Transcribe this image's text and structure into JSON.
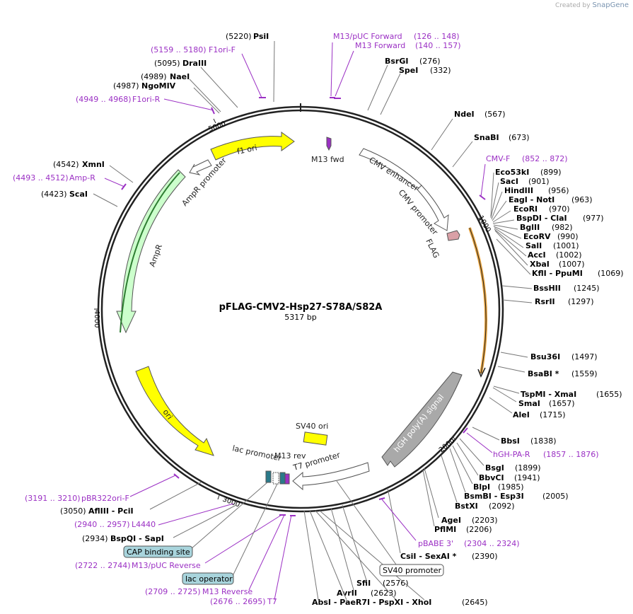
{
  "brand": {
    "created_by": "Created by",
    "app": "SnapGene"
  },
  "plasmid": {
    "name": "pFLAG-CMV2-Hsp27-S78A/S82A",
    "size": "5317 bp"
  },
  "ticks": [
    "1000",
    "2000",
    "3000",
    "4000",
    "5000"
  ],
  "features": [
    {
      "name": "f1 ori",
      "color": "#ffff00"
    },
    {
      "name": "AmpR promoter",
      "color": "#ffffff"
    },
    {
      "name": "AmpR",
      "color": "#ccffcc"
    },
    {
      "name": "ori",
      "color": "#ffff00"
    },
    {
      "name": "SV40 ori",
      "color": "#ffff00"
    },
    {
      "name": "M13 fwd",
      "color": "#9b30c4"
    },
    {
      "name": "CMV enhancer",
      "color": "#ffffff"
    },
    {
      "name": "CMV promoter",
      "color": "#ffffff"
    },
    {
      "name": "FLAG",
      "color": "#d9a0a6"
    },
    {
      "name": "hGH poly(A) signal",
      "color": "#a9a9a9"
    },
    {
      "name": "T7 promoter",
      "color": "#ffffff"
    },
    {
      "name": "M13 rev",
      "color": "#9b30c4"
    },
    {
      "name": "lac promoter",
      "color": "#ffffff"
    }
  ],
  "sites": [
    {
      "name": "PsiI",
      "pos": "(5220)"
    },
    {
      "name": "DraIII",
      "pos": "(5095)"
    },
    {
      "name": "NaeI",
      "pos": "(4989)"
    },
    {
      "name": "NgoMIV",
      "pos": "(4987)"
    },
    {
      "name": "XmnI",
      "pos": "(4542)"
    },
    {
      "name": "ScaI",
      "pos": "(4423)"
    },
    {
      "name": "BsrGI",
      "pos": "(276)"
    },
    {
      "name": "SpeI",
      "pos": "(332)"
    },
    {
      "name": "NdeI",
      "pos": "(567)"
    },
    {
      "name": "SnaBI",
      "pos": "(673)"
    },
    {
      "name": "Eco53kI",
      "pos": "(899)"
    },
    {
      "name": "SacI",
      "pos": "(901)"
    },
    {
      "name": "HindIII",
      "pos": "(956)"
    },
    {
      "name": "EagI - NotI",
      "pos": "(963)"
    },
    {
      "name": "EcoRI",
      "pos": "(970)"
    },
    {
      "name": "BspDI - ClaI",
      "pos": "(977)"
    },
    {
      "name": "BglII",
      "pos": "(982)"
    },
    {
      "name": "EcoRV",
      "pos": "(990)"
    },
    {
      "name": "SalI",
      "pos": "(1001)"
    },
    {
      "name": "AccI",
      "pos": "(1002)"
    },
    {
      "name": "XbaI",
      "pos": "(1007)"
    },
    {
      "name": "KflI - PpuMI",
      "pos": "(1069)"
    },
    {
      "name": "BssHII",
      "pos": "(1245)"
    },
    {
      "name": "RsrII",
      "pos": "(1297)"
    },
    {
      "name": "Bsu36I",
      "pos": "(1497)"
    },
    {
      "name": "BsaBI *",
      "pos": "(1559)"
    },
    {
      "name": "TspMI - XmaI",
      "pos": "(1655)"
    },
    {
      "name": "SmaI",
      "pos": "(1657)"
    },
    {
      "name": "AleI",
      "pos": "(1715)"
    },
    {
      "name": "BbsI",
      "pos": "(1838)"
    },
    {
      "name": "BsgI",
      "pos": "(1899)"
    },
    {
      "name": "BbvCI",
      "pos": "(1941)"
    },
    {
      "name": "BlpI",
      "pos": "(1985)"
    },
    {
      "name": "BsmBI - Esp3I",
      "pos": "(2005)"
    },
    {
      "name": "BstXI",
      "pos": "(2092)"
    },
    {
      "name": "AgeI",
      "pos": "(2203)"
    },
    {
      "name": "PflMI",
      "pos": "(2206)"
    },
    {
      "name": "CsiI - SexAI *",
      "pos": "(2390)"
    },
    {
      "name": "SfiI",
      "pos": "(2576)"
    },
    {
      "name": "AvrII",
      "pos": "(2623)"
    },
    {
      "name": "AbsI - PaeR7I - PspXI - XhoI",
      "pos": "(2645)"
    },
    {
      "name": "AflIII - PciI",
      "pos": "(3050)"
    },
    {
      "name": "BspQI - SapI",
      "pos": "(2934)"
    }
  ],
  "primers": [
    {
      "name": "F1ori-F",
      "range": "(5159 .. 5180)"
    },
    {
      "name": "F1ori-R",
      "range": "(4949 .. 4968)"
    },
    {
      "name": "Amp-R",
      "range": "(4493 .. 4512)"
    },
    {
      "name": "M13/pUC Forward",
      "range": "(126 .. 148)"
    },
    {
      "name": "M13 Forward",
      "range": "(140 .. 157)"
    },
    {
      "name": "CMV-F",
      "range": "(852 .. 872)"
    },
    {
      "name": "hGH-PA-R",
      "range": "(1857 .. 1876)"
    },
    {
      "name": "pBABE 3'",
      "range": "(2304 .. 2324)"
    },
    {
      "name": "pBR322ori-F",
      "range": "(3191 .. 3210)"
    },
    {
      "name": "L4440",
      "range": "(2940 .. 2957)"
    },
    {
      "name": "M13/pUC Reverse",
      "range": "(2722 .. 2744)"
    },
    {
      "name": "M13 Reverse",
      "range": "(2709 .. 2725)"
    },
    {
      "name": "T7",
      "range": "(2676 .. 2695)"
    }
  ],
  "boxes": [
    {
      "name": "CAP binding site",
      "color": "#a8d4dc"
    },
    {
      "name": "lac operator",
      "color": "#a8d4dc"
    },
    {
      "name": "SV40 promoter",
      "color": "#ffffff"
    }
  ]
}
